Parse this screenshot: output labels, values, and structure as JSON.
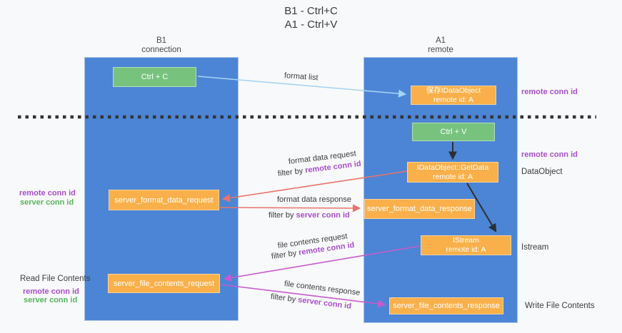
{
  "title": {
    "line1": "B1 - Ctrl+C",
    "line2": "A1 - Ctrl+V"
  },
  "lanes": {
    "left": {
      "name": "B1",
      "role": "connection"
    },
    "right": {
      "name": "A1",
      "role": "remote"
    }
  },
  "nodes": {
    "ctrl_c": {
      "label": "Ctrl + C"
    },
    "ctrl_v": {
      "label": "Ctrl + V"
    },
    "save_dataobject": {
      "line1": "保存IDataObject",
      "line2": "remote id: A"
    },
    "getdata": {
      "line1": "IDataObject::GetData",
      "line2": "remote id: A"
    },
    "istream": {
      "line1": "IStream",
      "line2": "remote id: A"
    },
    "server_format_data_request": {
      "label": "server_format_data_request"
    },
    "server_format_data_response": {
      "label": "server_format_data_response"
    },
    "server_file_contents_request": {
      "label": "server_file_contents_request"
    },
    "server_file_contents_response": {
      "label": "server_file_contents_response"
    }
  },
  "edges": {
    "format_list": "format list",
    "format_data_request": "format data request",
    "format_data_response": "format data response",
    "file_contents_request": "file contents request",
    "file_contents_response": "file contents response",
    "filter_by": "filter by",
    "remote_conn_id": "remote conn id",
    "server_conn_id": "server conn id"
  },
  "annotations": {
    "right_remote_conn_id_top": "remote conn id",
    "right_remote_conn_id_mid": "remote conn id",
    "dataobject": "DataObject",
    "istream": "Istream",
    "write_file_contents": "Write File Contents",
    "left_remote_conn_id_top": "remote conn id",
    "left_server_conn_id_top": "server conn id",
    "read_file_contents": "Read File Contents",
    "left_remote_conn_id_bottom": "remote conn id",
    "left_server_conn_id_bottom": "server conn id"
  },
  "colors": {
    "lane_blue": "#4c85d5",
    "node_green": "#77c37e",
    "node_orange": "#f9b04a",
    "arrow_light_blue": "#a6d3f2",
    "arrow_salmon": "#e8736c",
    "arrow_magenta": "#c75bce",
    "arrow_black": "#2f2f2f",
    "dashed_divider": "#333333",
    "text_purple": "#a94ecb",
    "text_green": "#56b65c",
    "text_dark": "#3d3d3d"
  }
}
